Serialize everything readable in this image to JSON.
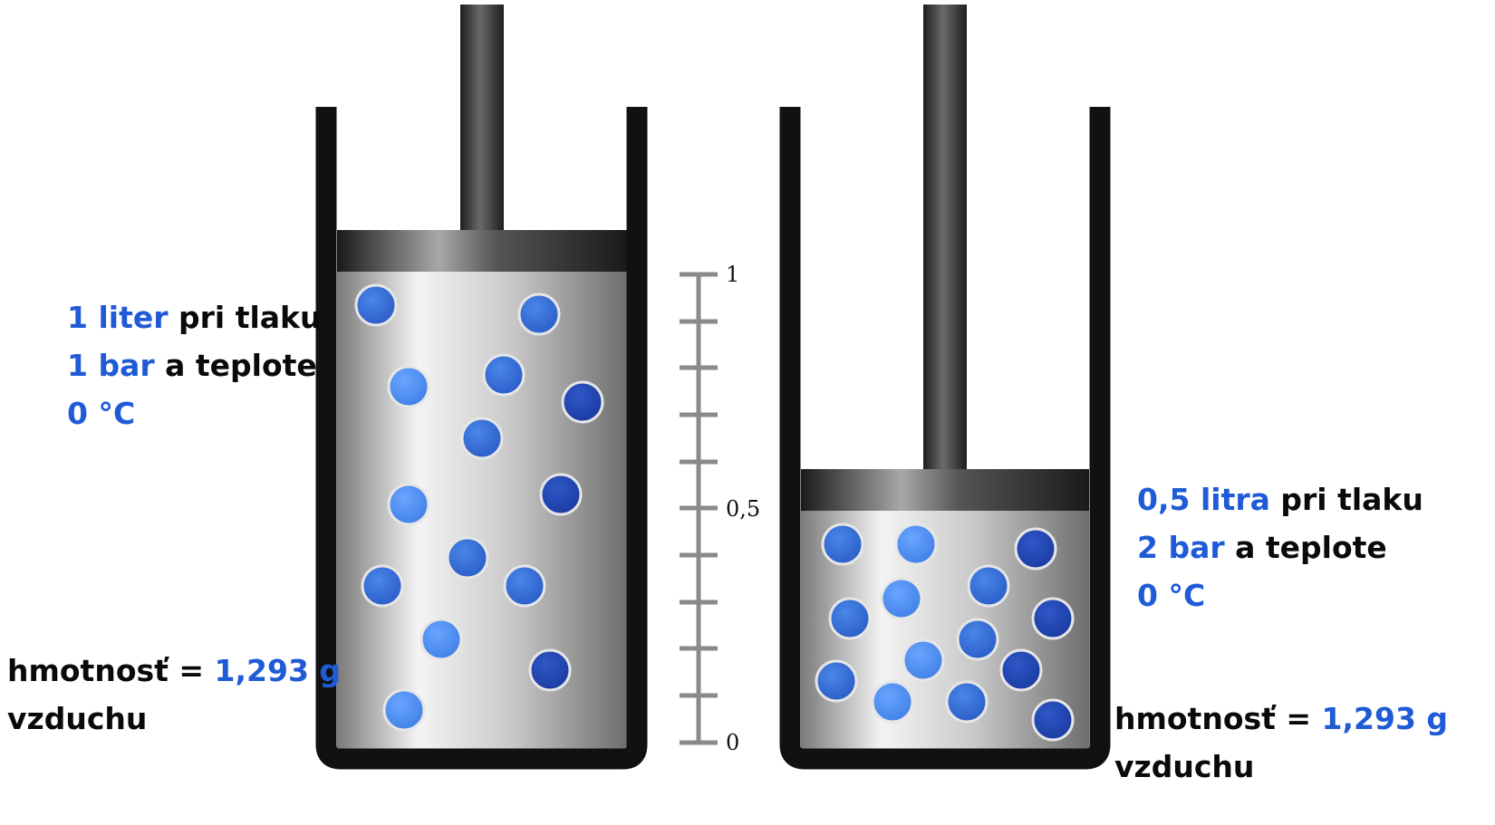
{
  "colors": {
    "highlight": "#1f5bd6",
    "text": "#0a0a0a",
    "cylinder_wall": "#111111",
    "scale": "#8a8a8a"
  },
  "left": {
    "volume": "1 liter",
    "t_pri_tlaku": " pri tlaku",
    "pressure": "1 bar",
    "t_a_teplote": " a teplote",
    "temperature": "0 °C",
    "mass_label": "hmotnosť = ",
    "mass_value": "1,293 g",
    "mass_unit": "vzduchu"
  },
  "right": {
    "volume": "0,5 litra",
    "t_pri_tlaku": " pri tlaku",
    "pressure": "2 bar",
    "t_a_teplote": " a teplote",
    "temperature": "0 °C",
    "mass_label": "hmotnosť = ",
    "mass_value": "1,293 g",
    "mass_unit": "vzduchu"
  },
  "scale": {
    "top_label": "1",
    "mid_label": "0,5",
    "bottom_label": "0"
  },
  "icons": {
    "molecule": "molecule-icon",
    "piston": "piston-icon"
  }
}
